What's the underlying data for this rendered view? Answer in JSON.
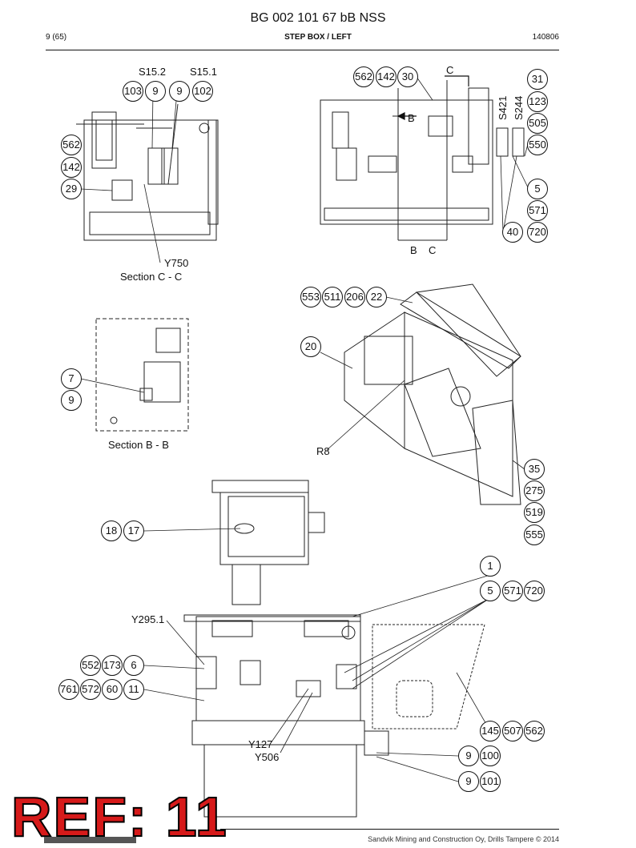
{
  "header": {
    "title": "BG 002 101 67 bB NSS",
    "page": "9 (65)",
    "subtitle": "STEP BOX / LEFT",
    "code": "140806"
  },
  "labels": {
    "s152": "S15.2",
    "s151": "S15.1",
    "y750": "Y750",
    "sectionCC": "Section C - C",
    "sectionBB": "Section B - B",
    "c": "C",
    "b": "B",
    "bc_b": "B",
    "bc_c": "C",
    "s421": "S421",
    "s244": "S244",
    "r8": "R8",
    "y2951": "Y295.1",
    "y127": "Y127",
    "y506": "Y506"
  },
  "balloons": {
    "b103": "103",
    "b9a": "9",
    "b9b": "9",
    "b102": "102",
    "b562a": "562",
    "b142a": "142",
    "b29": "29",
    "b562b": "562",
    "b142b": "142",
    "b30": "30",
    "b31": "31",
    "b123": "123",
    "b505": "505",
    "b550": "550",
    "b5a": "5",
    "b571a": "571",
    "b40": "40",
    "b720a": "720",
    "b553": "553",
    "b511": "511",
    "b206": "206",
    "b22": "22",
    "b20": "20",
    "b7": "7",
    "b9c": "9",
    "b35": "35",
    "b275": "275",
    "b519": "519",
    "b555": "555",
    "b18": "18",
    "b17": "17",
    "b1": "1",
    "b5b": "5",
    "b571b": "571",
    "b720b": "720",
    "b552": "552",
    "b173": "173",
    "b6": "6",
    "b761": "761",
    "b572": "572",
    "b60": "60",
    "b11": "11",
    "b145": "145",
    "b507": "507",
    "b562c": "562",
    "b9d": "9",
    "b100": "100",
    "b9e": "9",
    "b101": "101"
  },
  "stamp": {
    "ref": "REF: 11"
  },
  "footer": {
    "copyright": "Sandvik Mining and Construction Oy, Drills Tampere © 2014"
  }
}
